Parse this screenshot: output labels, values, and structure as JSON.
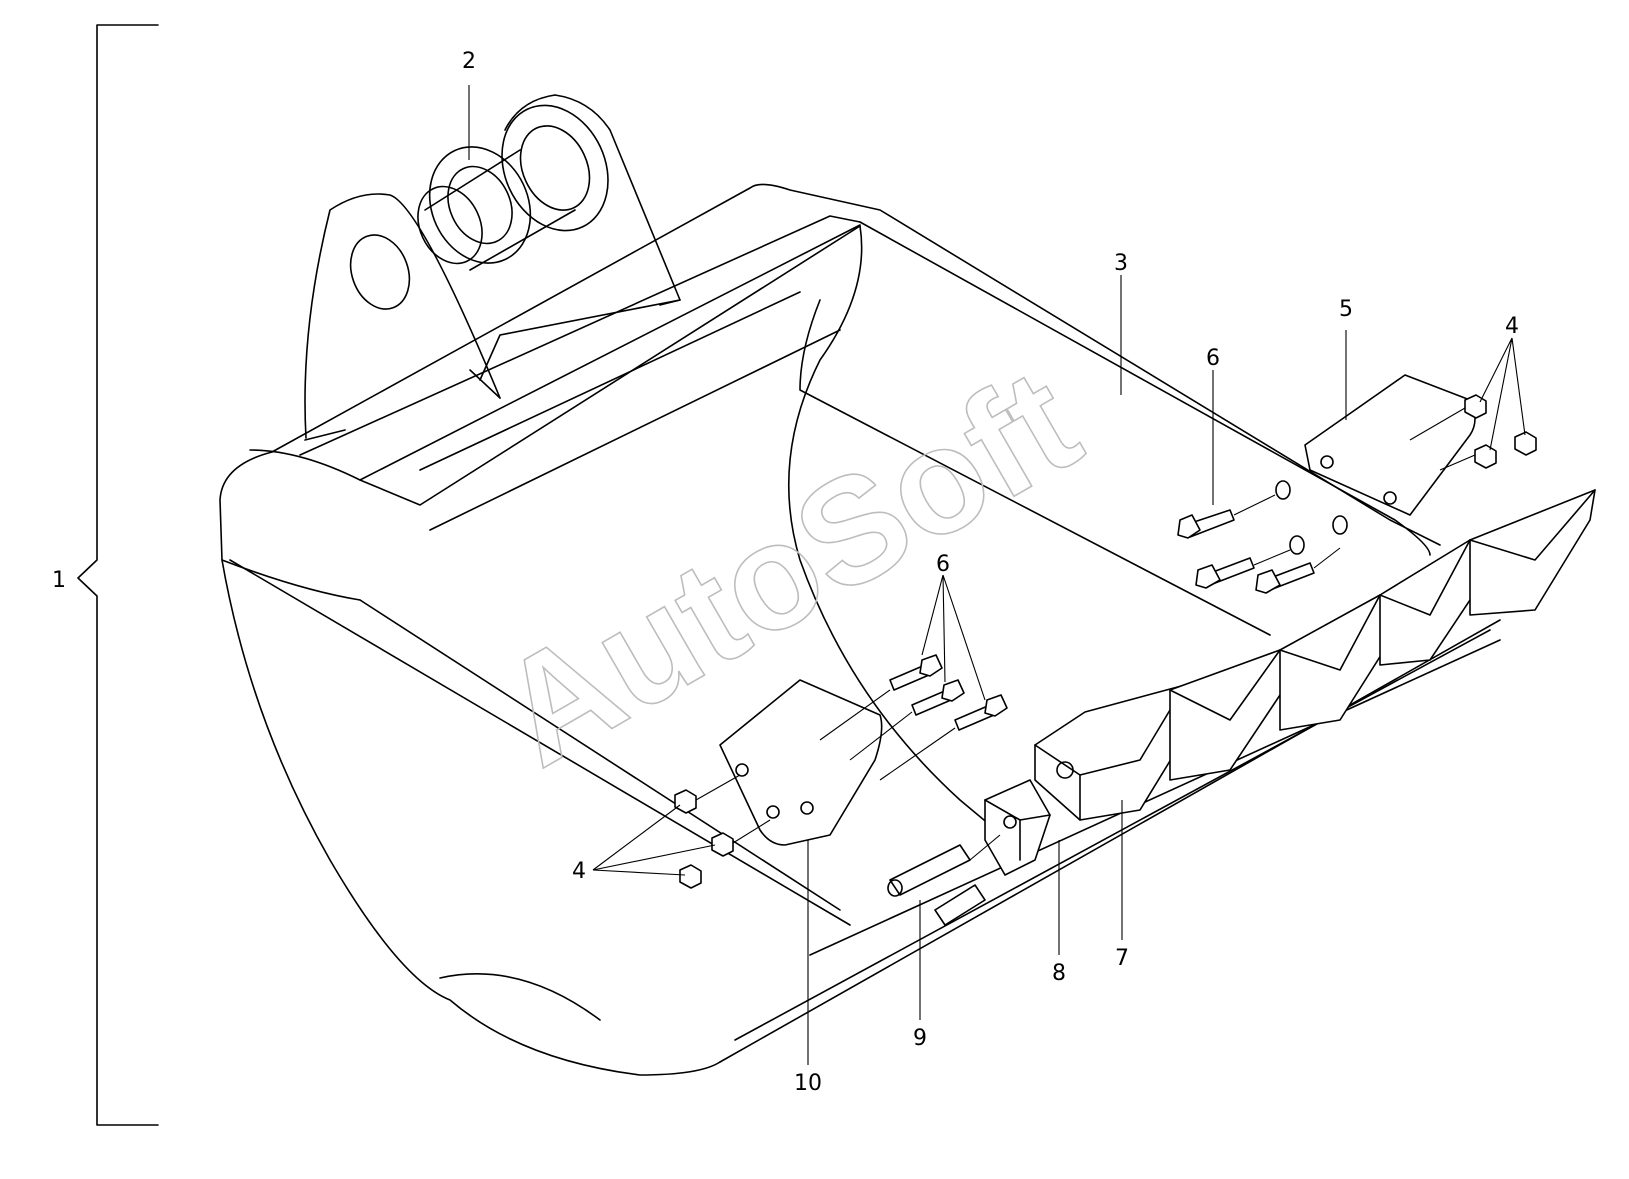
{
  "watermark": "AutoSoft",
  "callouts": {
    "c1": "1",
    "c2": "2",
    "c3": "3",
    "c4_right": "4",
    "c4_left": "4",
    "c5": "5",
    "c6_right": "6",
    "c6_left": "6",
    "c7": "7",
    "c8": "8",
    "c9": "9",
    "c10": "10"
  }
}
